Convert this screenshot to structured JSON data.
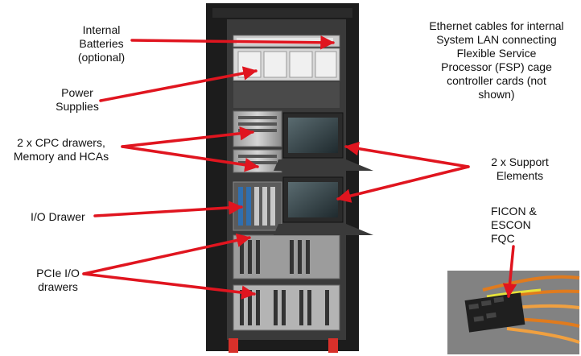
{
  "labels": {
    "batteries": "Internal\nBatteries\n(optional)",
    "power": "Power\nSupplies",
    "cpc": "2 x CPC drawers,\nMemory and HCAs",
    "io": "I/O Drawer",
    "pcie": "PCIe I/O\ndrawers",
    "ethernet": "Ethernet cables for internal\nSystem LAN connecting\nFlexible Service\nProcessor (FSP) cage\ncontroller cards (not\nshown)",
    "support": "2 x Support\nElements",
    "ficon": "FICON &\nESCON\nFQC"
  },
  "colors": {
    "arrow": "#e0151f",
    "frame": "#1c1c1c",
    "rail": "#d8302a"
  }
}
